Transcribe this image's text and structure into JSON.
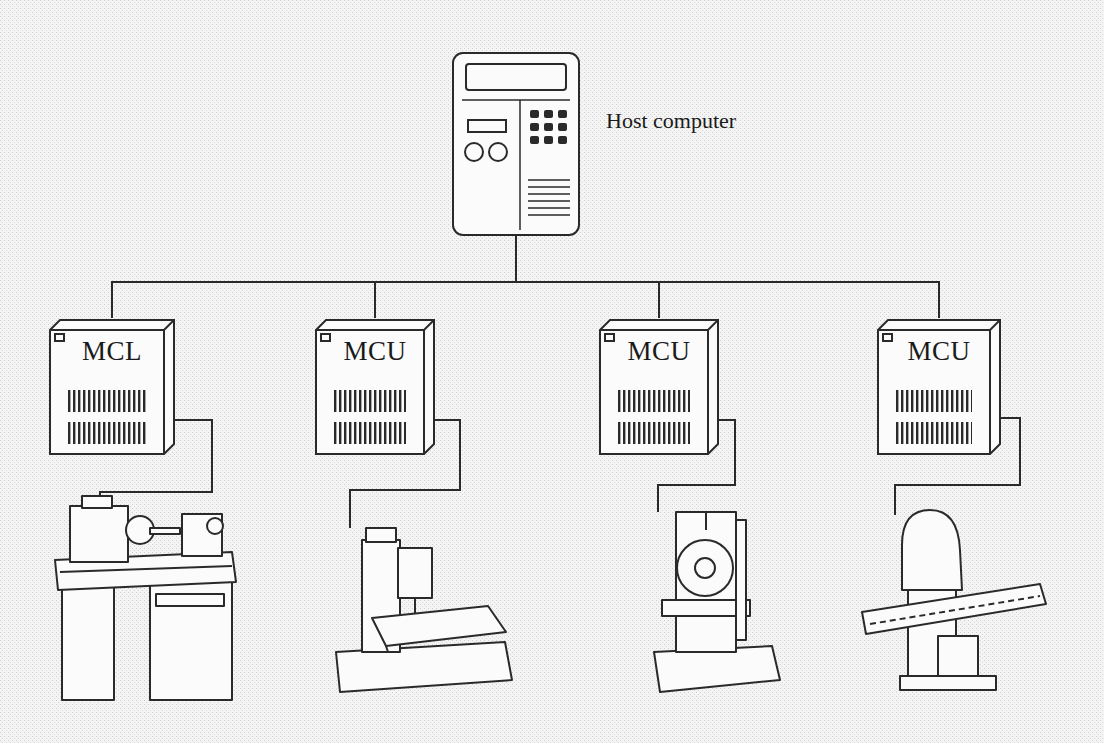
{
  "diagram": {
    "nodes": [
      {
        "text": [
          "Host computer"
        ]
      },
      {
        "text": [
          "MCL"
        ]
      },
      {
        "text": [
          "MCU"
        ]
      },
      {
        "text": [
          "MCU"
        ]
      },
      {
        "text": [
          "MCU"
        ]
      }
    ],
    "edges": [
      {
        "from": 0,
        "to": 1,
        "arrow": "none"
      },
      {
        "from": 0,
        "to": 2,
        "arrow": "none"
      },
      {
        "from": 0,
        "to": 3,
        "arrow": "none"
      },
      {
        "from": 0,
        "to": 4,
        "arrow": "none"
      }
    ]
  }
}
